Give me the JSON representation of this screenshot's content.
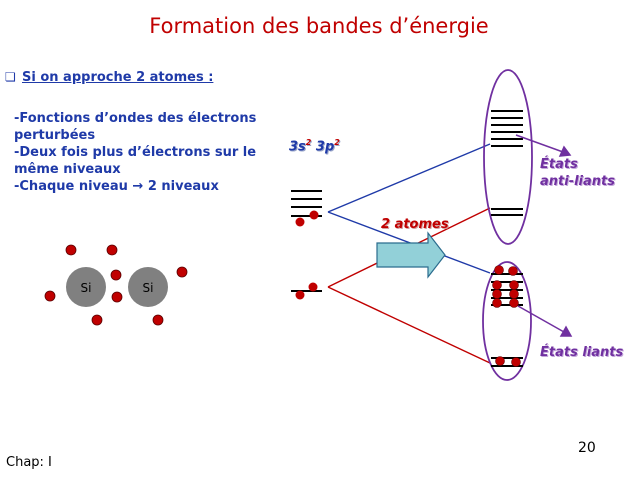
{
  "slide": {
    "title": "Formation des bandes d’énergie",
    "section_heading": "Si on approche 2 atomes :",
    "bullet_icon": "square-bullet-icon",
    "body_lines": [
      "-Fonctions d’ondes des électrons",
      "perturbées",
      "-Deux fois plus d’électrons sur le",
      "même niveaux",
      "-Chaque niveau → 2 niveaux"
    ],
    "page_number": "20",
    "chapter": "Chap: I"
  },
  "diagram": {
    "atom_label": "Si",
    "orbital_3s": "3s",
    "orbital_3s_exp": "2",
    "orbital_3p": "3p",
    "orbital_3p_exp": "2",
    "arrow_label": "2 atomes",
    "anti_bonding_line1": "États",
    "anti_bonding_line2": "anti-liants",
    "bonding_label": "États liants"
  },
  "colors": {
    "title": "#c00000",
    "text": "#1f3aa8",
    "electron": "#c00000",
    "atom": "#808080",
    "states": "#7030a0",
    "arrow_fill": "#92d0d8"
  }
}
